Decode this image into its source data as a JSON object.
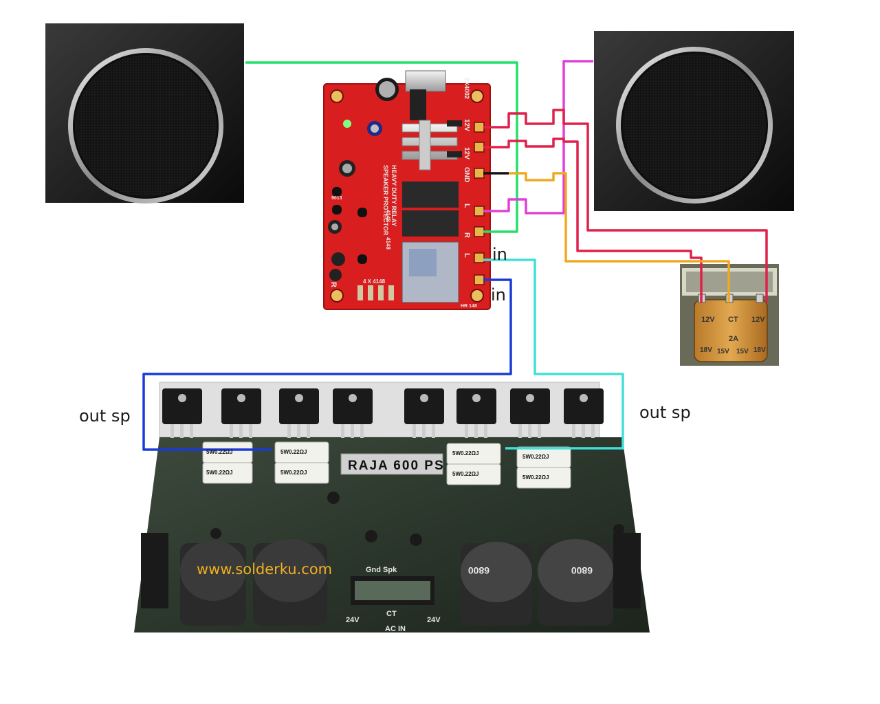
{
  "relay_board": {
    "silkscreen": [
      "HEAVY DUTY RELAY",
      "SPEAKER PROTECTOR"
    ],
    "terminals": [
      "12V",
      "12V",
      "GND",
      "L",
      "R",
      "L",
      "R"
    ],
    "part_labels": [
      "2X4002",
      "4148",
      "4148",
      "4 X 4148",
      "9013",
      "HR 148"
    ]
  },
  "transformer": {
    "taps_top": [
      "12V",
      "CT",
      "12V"
    ],
    "rating": "2A",
    "taps_bottom": [
      "18V",
      "15V",
      "15V",
      "18V"
    ]
  },
  "amp_board": {
    "title": "RAJA 600 PS",
    "resistor_label": "5W0.22ΩJ",
    "labels": {
      "gnd_spk": "Gnd Spk",
      "ct": "CT",
      "v24_left": "24V",
      "ac_in": "AC IN",
      "v24_right": "24V"
    },
    "capacitor_mark": "6800"
  },
  "labels": {
    "in_top": "in",
    "in_bottom": "in",
    "out_sp_left": "out sp",
    "out_sp_right": "out sp"
  },
  "watermark": "www.solderku.com",
  "wire_colors": {
    "green": "#22e06a",
    "magenta": "#e040d8",
    "red": "#e0204a",
    "orange": "#f0a820",
    "black": "#111111",
    "cyan": "#40e0d8",
    "blue": "#1a3ad8"
  }
}
